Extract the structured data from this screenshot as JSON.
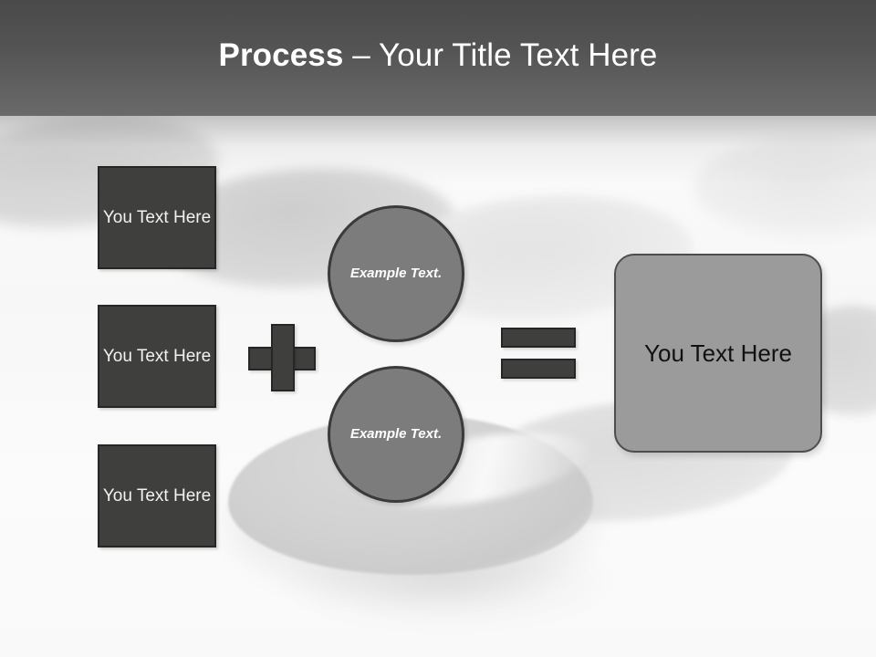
{
  "slide": {
    "title": {
      "strong": "Process",
      "separator": " – ",
      "rest": "Your Title Text Here"
    },
    "inputs": [
      {
        "label": "You Text Here"
      },
      {
        "label": "You Text Here"
      },
      {
        "label": "You Text Here"
      }
    ],
    "operators": {
      "plus": "+",
      "equals": "="
    },
    "circles": [
      {
        "label": "Example Text."
      },
      {
        "label": "Example Text."
      }
    ],
    "result": {
      "label": "You Text Here"
    },
    "colors": {
      "header_top": "#4a4a4a",
      "header_bottom": "#6a6a6a",
      "box_fill": "#3f3f3e",
      "box_border": "#262625",
      "circle_fill": "#7c7c7c",
      "circle_border": "#3a3a39",
      "result_fill": "#9b9b9b",
      "result_border": "#4d4d4c",
      "background": "#fafafa"
    }
  }
}
